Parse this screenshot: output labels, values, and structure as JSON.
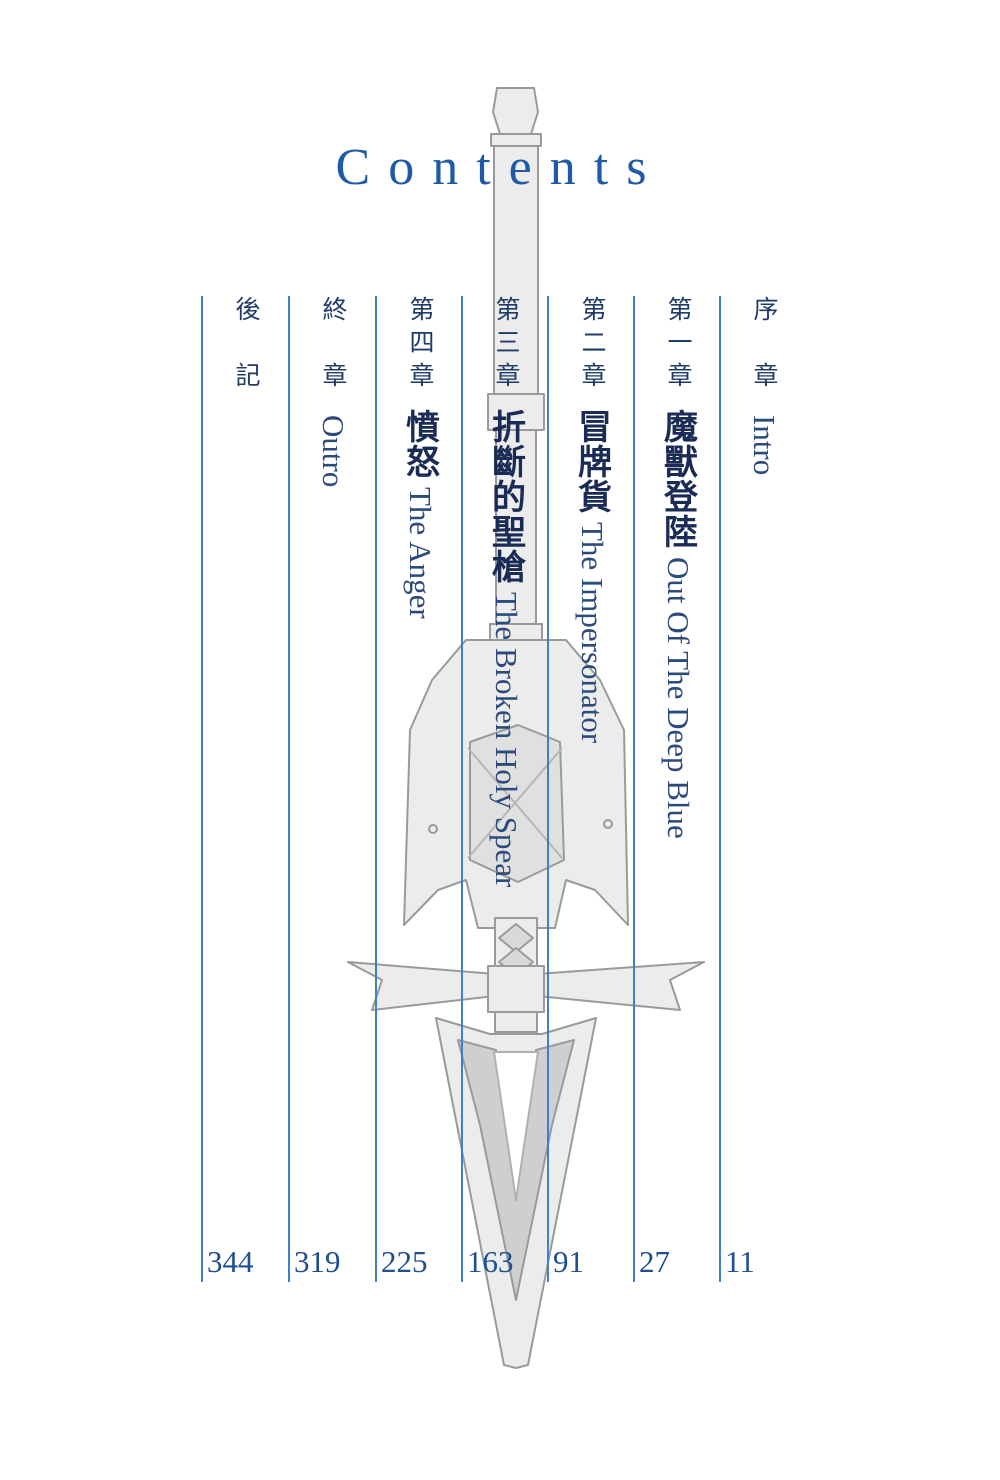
{
  "title": "Contents",
  "colors": {
    "title": "#1f5aa6",
    "rule": "#3f7fd1",
    "text": "#1f3b68",
    "spear_outline": "#9a9a9a",
    "spear_fill": "#ececec"
  },
  "entries": [
    {
      "label": "序　章",
      "name": "",
      "subtitle": "Intro",
      "page": "11"
    },
    {
      "label": "第一章",
      "name": "魔獸登陸",
      "subtitle": "Out Of The Deep Blue",
      "page": "27"
    },
    {
      "label": "第二章",
      "name": "冒牌貨",
      "subtitle": "The Impersonator",
      "page": "91"
    },
    {
      "label": "第三章",
      "name": "折斷的聖槍",
      "subtitle": "The Broken Holy Spear",
      "page": "163"
    },
    {
      "label": "第四章",
      "name": "憤怒",
      "subtitle": "The Anger",
      "page": "225"
    },
    {
      "label": "終　章",
      "name": "",
      "subtitle": "Outro",
      "page": "319"
    },
    {
      "label": "後　記",
      "name": "",
      "subtitle": "",
      "page": "344"
    }
  ]
}
